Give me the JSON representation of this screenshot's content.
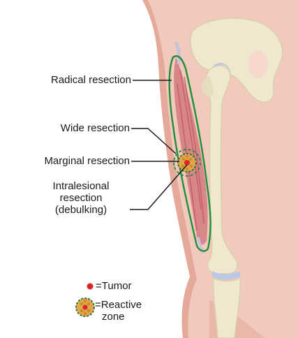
{
  "labels": {
    "radical": "Radical resection",
    "wide": "Wide resection",
    "marginal": "Marginal resection",
    "intralesional": [
      "Intralesional",
      "resection",
      "(debulking)"
    ]
  },
  "legend": {
    "tumor": "=Tumor",
    "reactive_zone": [
      "=Reactive",
      "zone"
    ]
  },
  "colors": {
    "skin": "#f2c9bd",
    "skin_shade": "#e4a999",
    "bone": "#efe8cf",
    "bone_shade": "#d9cfae",
    "cartilage": "#b9c8e4",
    "muscle": "#d9868a",
    "muscle_dark": "#b9565c",
    "compartment_line": "#1f8f3b",
    "tumor": "#d8242a",
    "reactive_zone": "#e0a74a",
    "reactive_border": "#2a6b37",
    "leader": "#1a1a1a"
  }
}
